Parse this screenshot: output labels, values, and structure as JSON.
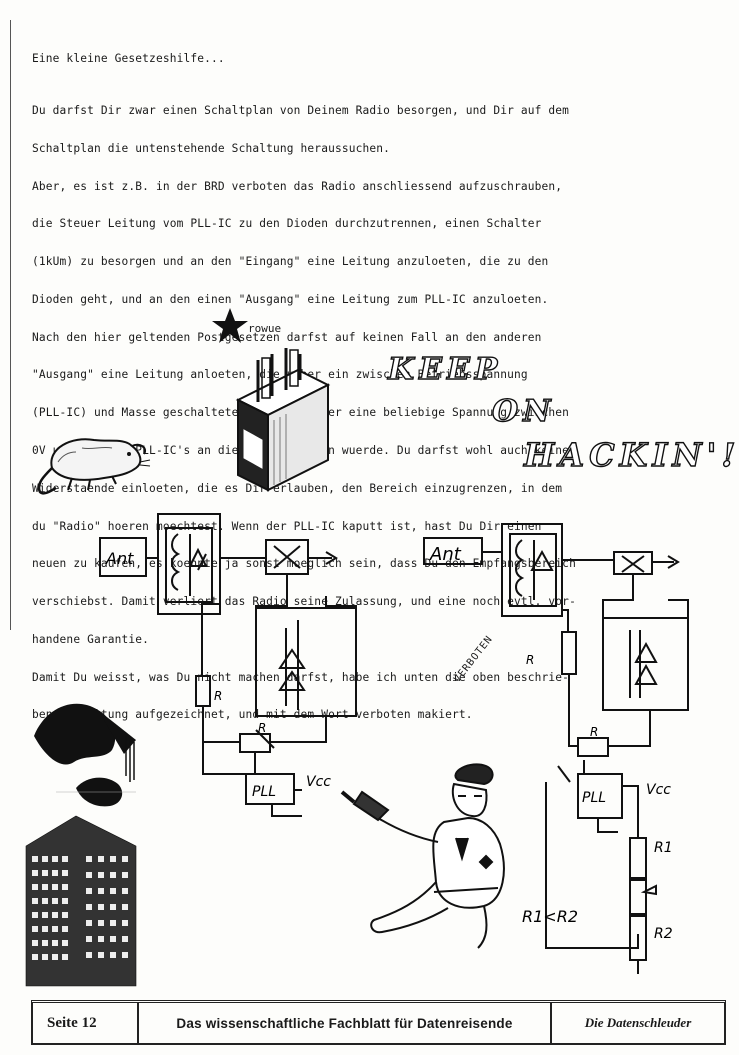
{
  "text": {
    "heading": "Eine kleine Gesetzeshilfe...",
    "paragraph": [
      "Du darfst Dir zwar einen Schaltplan von Deinem Radio besorgen, und Dir auf dem",
      "Schaltplan die untenstehende Schaltung heraussuchen.",
      "Aber, es ist z.B. in der BRD verboten das Radio anschliessend aufzuschrauben,",
      "die Steuer Leitung vom PLL-IC zu den Dioden durchzutrennen, einen Schalter",
      "(1kUm) zu besorgen und an den \"Eingang\" eine Leitung anzuloeten, die zu den",
      "Dioden geht, und an den einen \"Ausgang\" eine Leitung zum PLL-IC anzuloeten.",
      "Nach den hier geltenden Postgesetzen darfst auf keinen Fall an den anderen",
      "\"Ausgang\" eine Leitung anloeten, die ueber ein zwischen Betriebsspannung",
      "(PLL-IC) und Masse geschaltetes Potentiometer eine beliebige Spannung zwischen",
      "0V und VCC des PLL-IC's an die Dioden lassen wuerde. Du darfst wohl auch keine",
      "Widerstaende einloeten, die es Dir erlauben, den Bereich einzugrenzen, in dem",
      "du \"Radio\" hoeren moechtest. Wenn der PLL-IC kaputt ist, hast Du Dir einen",
      "neuen zu kaufen, es koennte ja sonst moeglich sein, dass Du den Empfangsbereich",
      "verschiebst. Damit verliert das Radio seine Zulassung, und eine noch evtl. vor-",
      "handene Garantie.",
      "Damit Du weisst, was Du nicht machen darfst, habe ich unten die oben beschrie-",
      "bene Schaltung aufgezeichnet, und mit dem Wort verboten makiert."
    ]
  },
  "star_caption": "rowue",
  "slogan": {
    "line1": "KEEP",
    "line2": "ON",
    "line3": "HACKIN'!"
  },
  "verboten_label": "VERBOTEN",
  "left_circuit": {
    "ant": "Ant",
    "r": "R",
    "r2": "R",
    "pll": "PLL",
    "vcc": "Vcc"
  },
  "right_circuit": {
    "ant": "Ant",
    "r": "R",
    "r2": "R",
    "pll": "PLL",
    "vcc": "Vcc",
    "r1": "R1",
    "rr2": "R2",
    "inequality": "R1<R2"
  },
  "footer": {
    "page": "Seite 12",
    "tagline": "Das wissenschaftliche Fachblatt für Datenreisende",
    "brand": "Die Datenschleuder"
  }
}
